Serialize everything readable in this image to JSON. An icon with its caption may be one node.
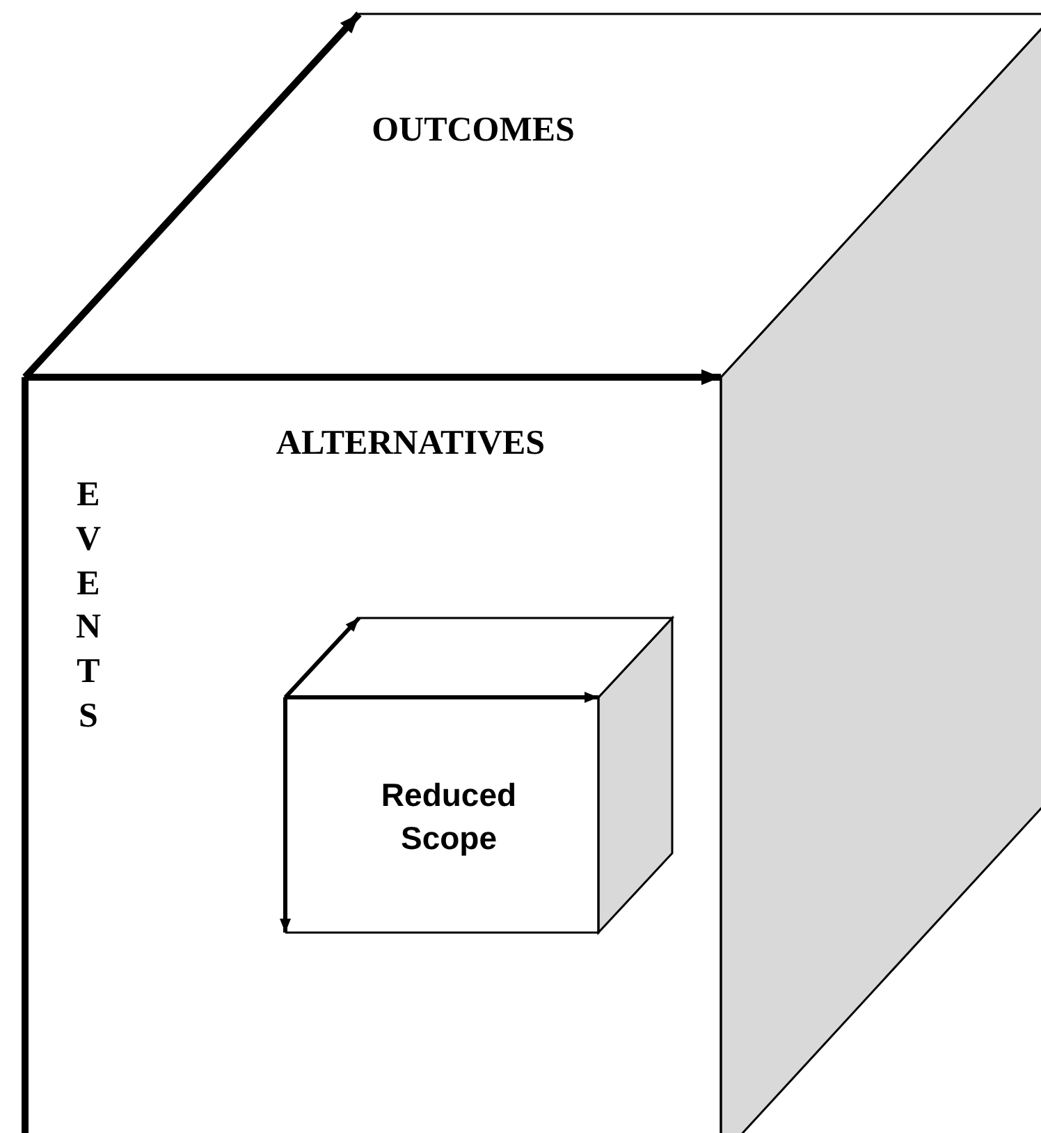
{
  "diagram": {
    "nodes": [
      {
        "text": [
          "OUTCOMES",
          "ALTERNATIVES",
          "EVENTS"
        ]
      },
      {
        "text": [
          "Reduced Scope"
        ],
        "in": 0
      }
    ]
  }
}
